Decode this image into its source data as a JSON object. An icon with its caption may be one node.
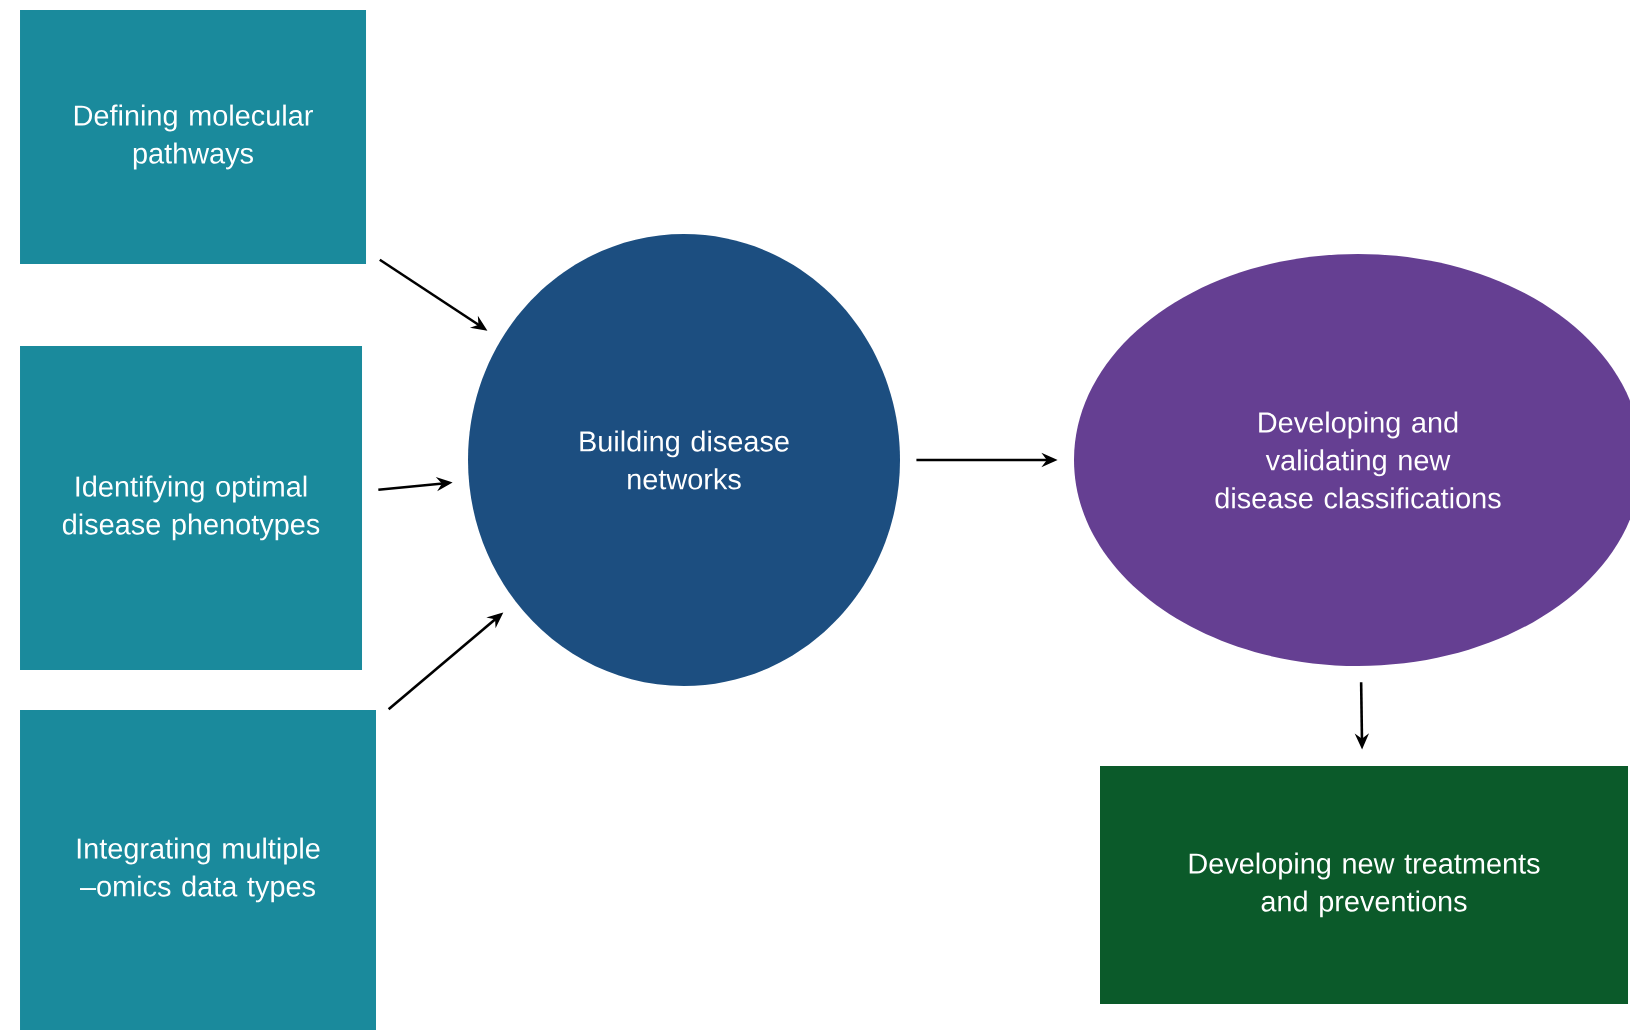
{
  "diagram": {
    "nodes": [
      {
        "text": [
          "Defining molecular pathways"
        ]
      },
      {
        "text": [
          "Identifying optimal disease phenotypes"
        ]
      },
      {
        "text": [
          "Integrating multiple –omics data types"
        ]
      },
      {
        "text": [
          "Building disease networks"
        ]
      },
      {
        "text": [
          "Developing and validating new disease classifications"
        ]
      },
      {
        "text": [
          "Developing new treatments and preventions"
        ]
      }
    ],
    "edges": [
      {
        "from": 0,
        "to": 3,
        "arrow": "to"
      },
      {
        "from": 1,
        "to": 3,
        "arrow": "to"
      },
      {
        "from": 2,
        "to": 3,
        "arrow": "to"
      },
      {
        "from": 3,
        "to": 4,
        "arrow": "to"
      },
      {
        "from": 4,
        "to": 5,
        "arrow": "to"
      }
    ]
  }
}
